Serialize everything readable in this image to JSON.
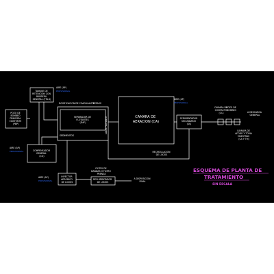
{
  "colors": {
    "frame_background": "#000000",
    "page_background": "#ffffff",
    "line": "#ffffff",
    "label": "#ffffff",
    "note": "#2f6bff",
    "title": "#d54ad8"
  },
  "title": {
    "line1": "ESQUEMA DE PLANTA DE",
    "line2": "TRATAMIENTO",
    "scale": "SIN ESCALA"
  },
  "nodes": {
    "pozo_bombeo": [
      "POZO DE",
      "BOMBEO",
      "PRINCIPAL",
      "EXISTENTE",
      "(PBP)"
    ],
    "tanque_retencion": [
      "TANQUE DE",
      "RETENCION CON",
      "BARRERA",
      "GENERAL (TRLG)"
    ],
    "separador": [
      "SEPARADOR DE",
      "FLOTANTES",
      "(DAF)"
    ],
    "camara_aeracion": [
      "CAMARA DE",
      "AERACION (CA)"
    ],
    "sedimentador": [
      "SEDIMENTADOR",
      "SECUNDARIO",
      "(SS)"
    ],
    "compensador": [
      "COMPENSADOR",
      "GENERAL",
      "(CG)"
    ],
    "inyector": [
      "INYECTOR",
      "AEROBICO",
      "DE LODOS"
    ],
    "deshidratador": [
      "DESHIDRATADOR",
      "DE LODOS"
    ]
  },
  "labels": {
    "aire_top": "AIRE (AP)",
    "aire_top_note": "PROVISIONAL",
    "coagulante": "DOSIFICACION DE COAGULANTE",
    "bypass": "BYPASS",
    "sedimentos": "SEDIMENTOS",
    "lodo_flotante": "LODO FLOTANTE",
    "aire_ca": "AIRE (AP)",
    "aire_ca_note": "PROVISIONAL",
    "recirculacion": [
      "RECIRCULACION",
      "DE LODOS"
    ],
    "aire_left": "AIRE (AP)",
    "aire_left_note": "PROVISIONAL",
    "aire_bottom": "AIRE (AP)",
    "aire_bottom_note": "PROVISIONAL",
    "filtro": [
      "FILTRO DE",
      "BANDAS O FILTRO",
      "PRENSA"
    ],
    "disposicion": [
      "A DISPOSICION",
      "FINAL"
    ],
    "camara_contacto": [
      "CAMARA DE",
      "CONTACTO",
      "(CC)"
    ],
    "pozo_bombeo_right": [
      "POZO DE",
      "BOMBEO"
    ],
    "descarga": [
      "A DESCARGA",
      "GENERAL"
    ],
    "camara_aforo": [
      "CAMARA DE",
      "AFORO Y TOMA",
      "MUESTRAS",
      "(CA Y TM)"
    ]
  }
}
